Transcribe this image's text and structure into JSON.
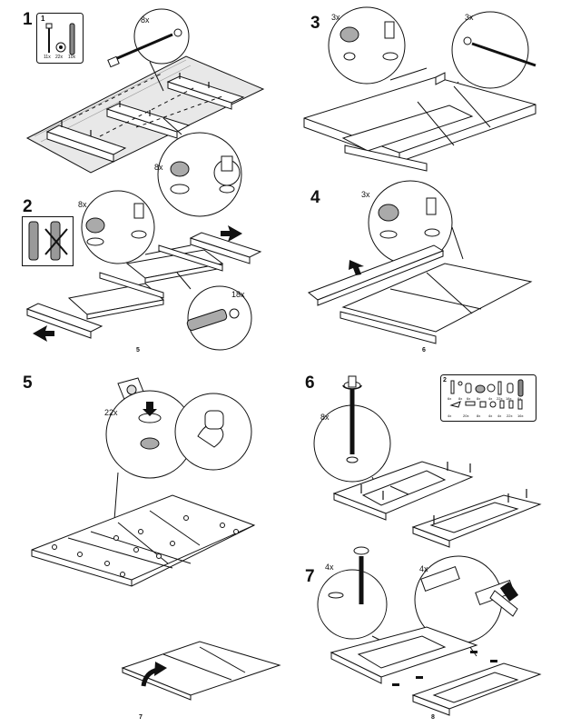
{
  "steps": {
    "s1": {
      "number": "1",
      "kit_number": "1",
      "kit_counts": [
        "11x",
        "22x",
        "10x"
      ],
      "dowel_qty": "8x",
      "cam_qty": "8x"
    },
    "s2": {
      "number": "2",
      "cam_qty": "8x",
      "dowel_qty": "18x"
    },
    "s3": {
      "number": "3",
      "cam_qty": "3x",
      "bolt_qty": "3x"
    },
    "s4": {
      "number": "4",
      "cam_qty": "3x"
    },
    "s5": {
      "number": "5",
      "pad_qty": "22x"
    },
    "s6": {
      "number": "6",
      "leg_qty": "8x",
      "kit_number": "2",
      "kit_counts": [
        "6x",
        "8x",
        "6x",
        "8x",
        "4x",
        "22x",
        "18x",
        "8x",
        "4x",
        "20x",
        "8x",
        "4x",
        "4x",
        "22x",
        "16x"
      ]
    },
    "s7": {
      "number": "7",
      "leg_qty": "4x",
      "bracket_qty": "4x"
    }
  },
  "page_numbers": {
    "p5": "5",
    "p6": "6",
    "p7": "7",
    "p8": "8"
  },
  "colors": {
    "ink": "#111111",
    "fill": "#ffffff",
    "rug": "#e8e8e8"
  }
}
